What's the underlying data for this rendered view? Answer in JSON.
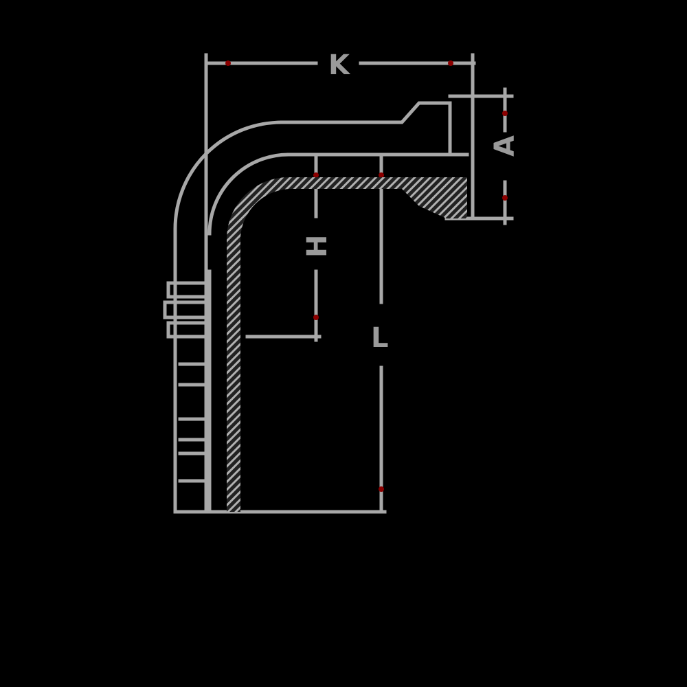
{
  "diagram": {
    "type": "technical-drawing",
    "subject": "90-degree elbow hose fitting, cross-section",
    "background": "#000000",
    "line_color": "#a8a8a8",
    "marker_color": "#8b0000",
    "dimensions": {
      "K": {
        "label": "K",
        "orientation": "horizontal"
      },
      "A": {
        "label": "A",
        "orientation": "vertical"
      },
      "H": {
        "label": "H",
        "orientation": "vertical"
      },
      "L": {
        "label": "L",
        "orientation": "vertical"
      }
    }
  }
}
